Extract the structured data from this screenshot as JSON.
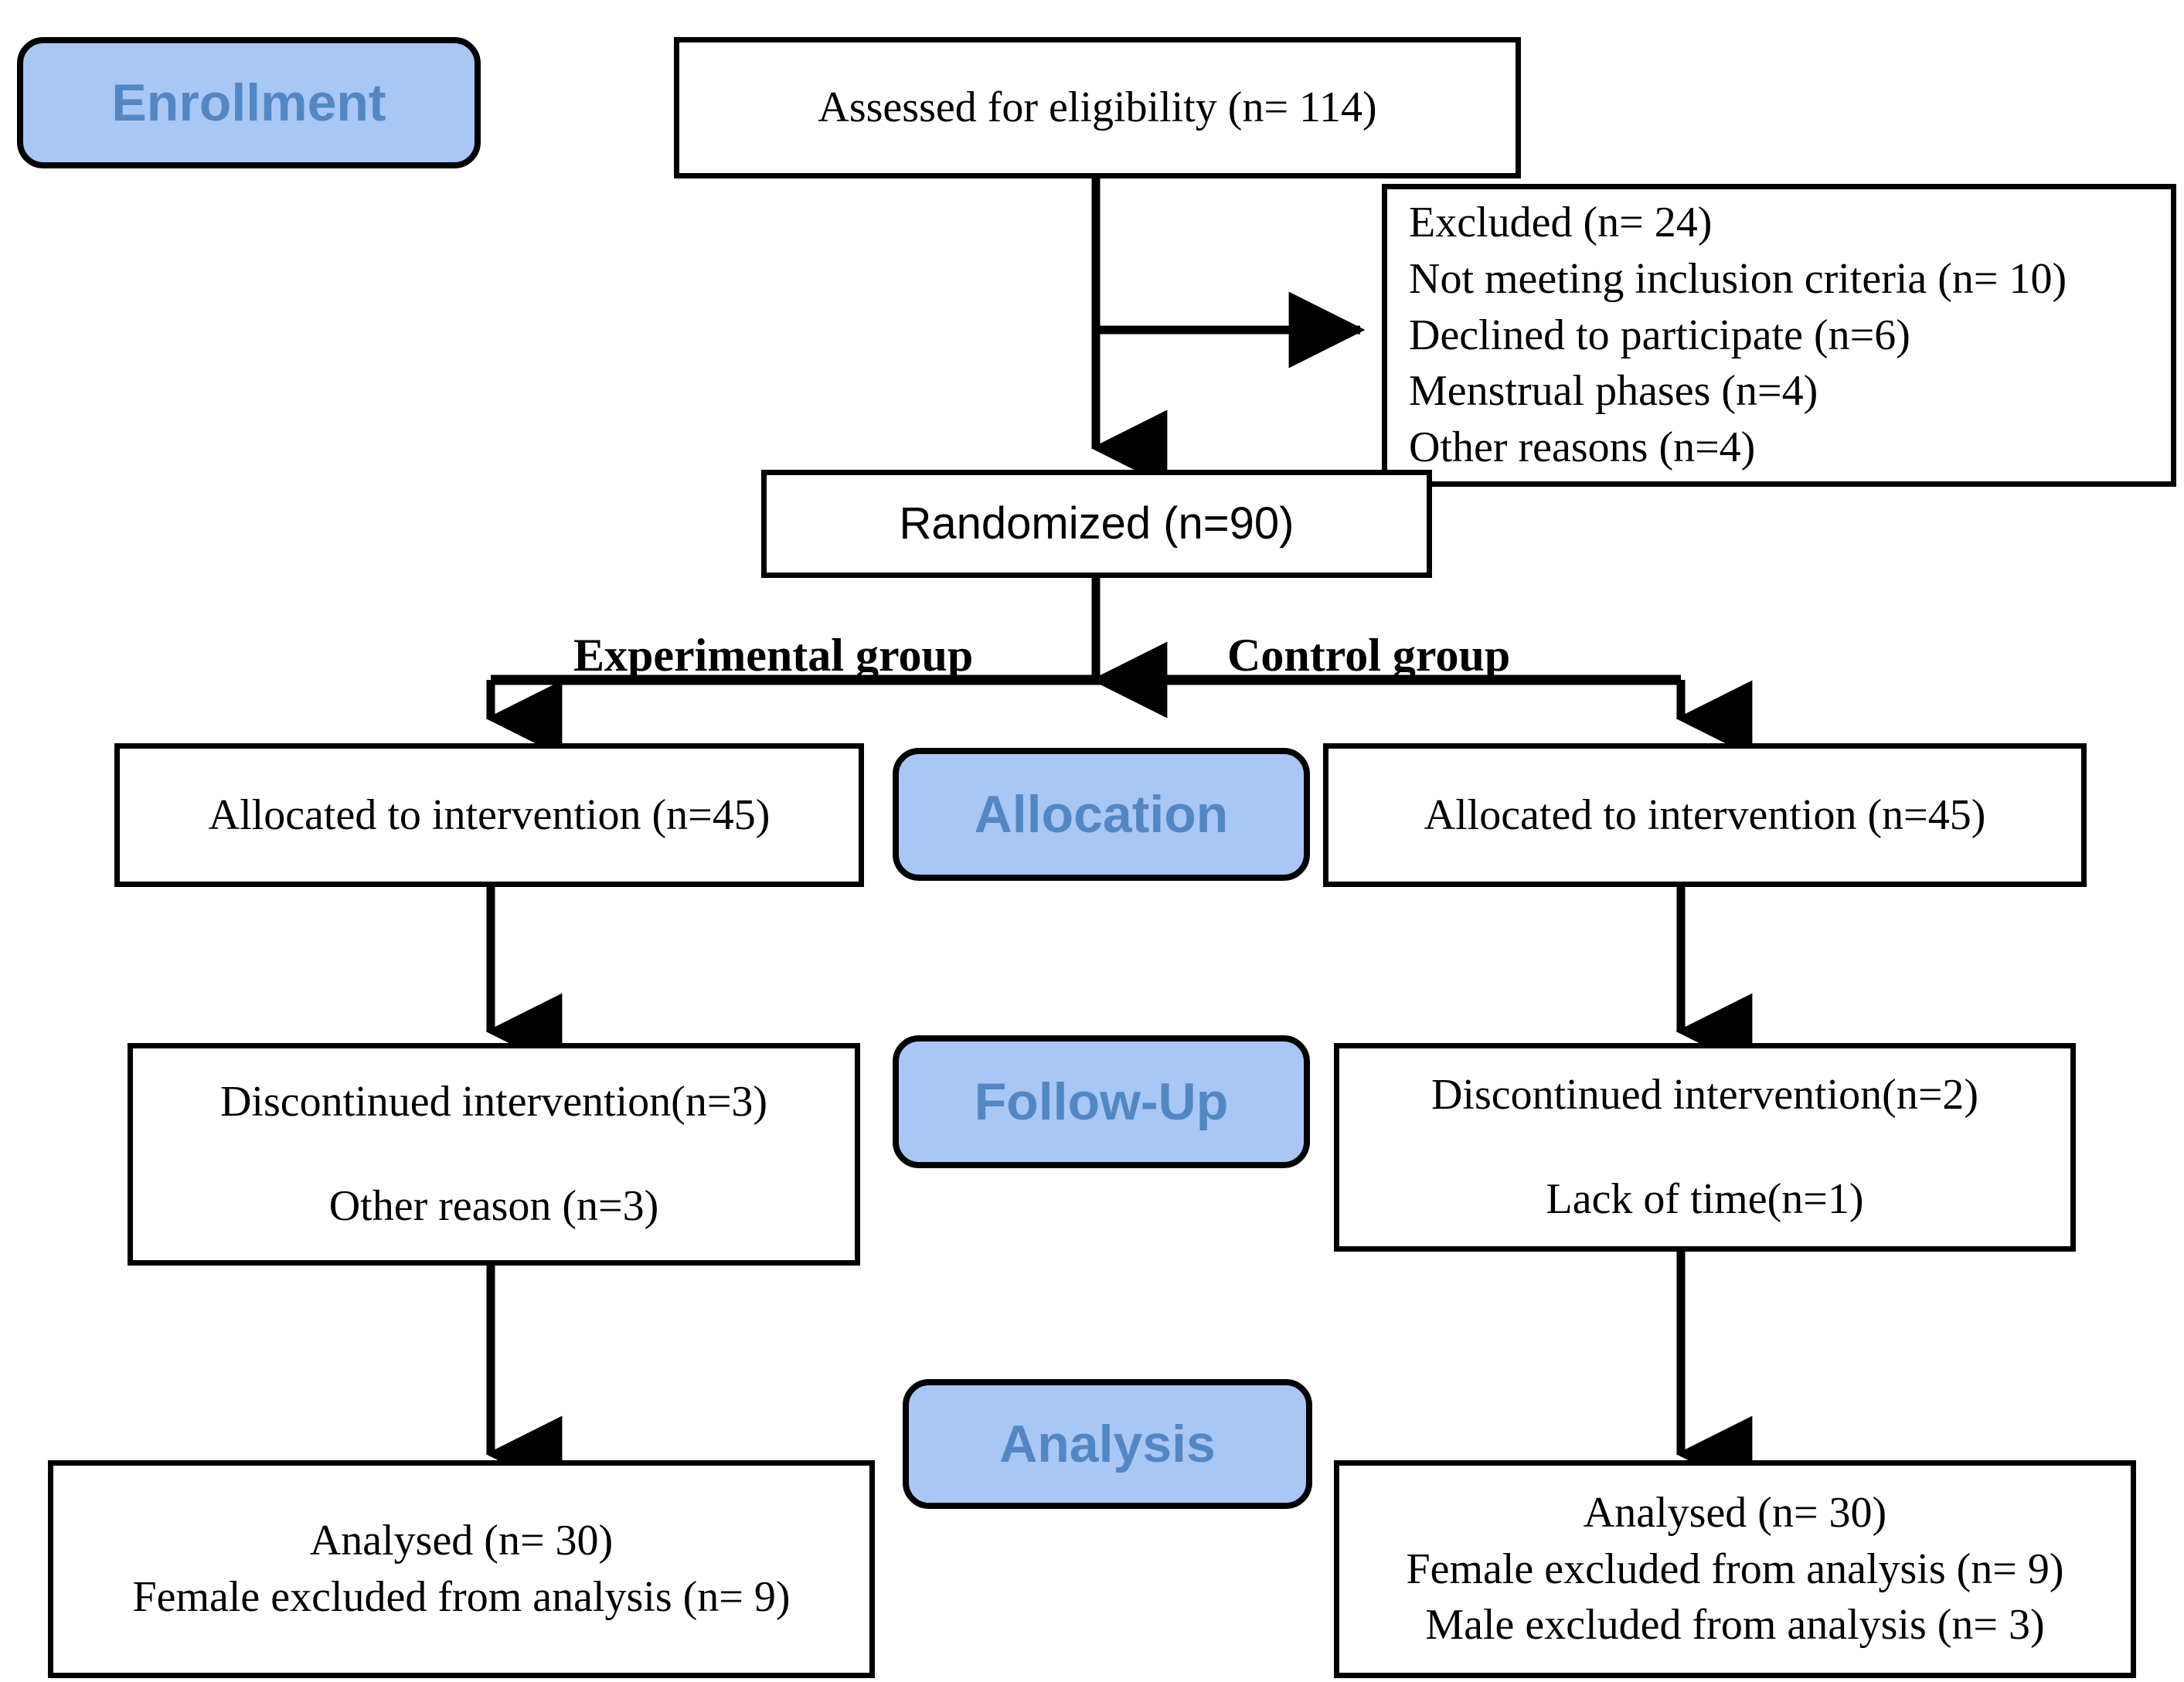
{
  "diagram": {
    "title": "CONSORT Participant Flow Diagram",
    "type": "flowchart",
    "colors": {
      "badge_fill": "#a9c7f5",
      "badge_text": "#5387c4",
      "badge_border": "#000000",
      "box_fill": "#ffffff",
      "box_border": "#000000",
      "connector": "#000000",
      "page_background": "#ffffff"
    }
  },
  "stages": [
    {
      "id": "enrollment",
      "label": "Enrollment"
    },
    {
      "id": "allocation",
      "label": "Allocation"
    },
    {
      "id": "followup",
      "label": "Follow-Up"
    },
    {
      "id": "analysis",
      "label": "Analysis"
    }
  ],
  "group_labels": {
    "experimental": "Experimental group",
    "control": "Control group"
  },
  "boxes": {
    "assessed": {
      "lines": [
        "Assessed for eligibility (n= 114)"
      ]
    },
    "excluded": {
      "lines": [
        "Excluded (n= 24)",
        "Not meeting inclusion criteria (n= 10)",
        "Declined to participate (n=6)",
        "Menstrual phases (n=4)",
        "Other reasons (n=4)"
      ]
    },
    "randomized": {
      "lines": [
        "Randomized (n=90)"
      ]
    },
    "allocated_experimental": {
      "lines": [
        "Allocated to intervention (n=45)"
      ]
    },
    "allocated_control": {
      "lines": [
        "Allocated to intervention (n=45)"
      ]
    },
    "followup_experimental": {
      "lines": [
        "Discontinued intervention(n=3)",
        "Other reason (n=3)"
      ]
    },
    "followup_control": {
      "lines": [
        "Discontinued intervention(n=2)",
        "Lack of time(n=1)"
      ]
    },
    "analysis_experimental": {
      "lines": [
        "Analysed (n= 30)",
        "Female excluded from analysis (n= 9)"
      ]
    },
    "analysis_control": {
      "lines": [
        "Analysed (n= 30)",
        "Female excluded from analysis (n= 9)",
        "Male excluded from analysis (n= 3)"
      ]
    }
  },
  "counts": {
    "assessed_for_eligibility": 114,
    "excluded_total": 24,
    "not_meeting_inclusion_criteria": 10,
    "declined_to_participate": 6,
    "menstrual_phases": 4,
    "other_reasons": 4,
    "randomized": 90,
    "allocated_experimental": 45,
    "allocated_control": 45,
    "discontinued_experimental": 3,
    "other_reason_experimental": 3,
    "discontinued_control": 2,
    "lack_of_time_control": 1,
    "analysed_experimental": 30,
    "female_excluded_experimental": 9,
    "analysed_control": 30,
    "female_excluded_control": 9,
    "male_excluded_control": 3
  }
}
